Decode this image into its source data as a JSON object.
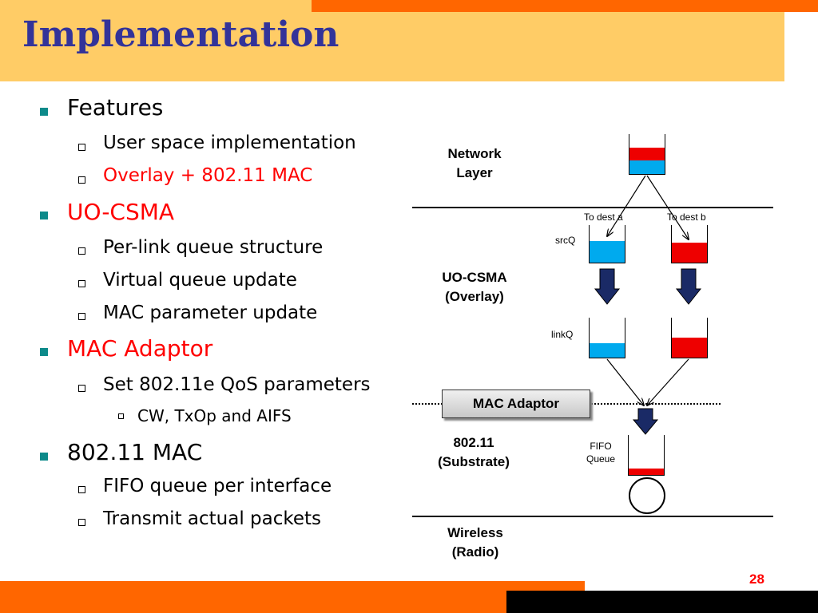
{
  "slide": {
    "title": "Implementation",
    "page_number": "28"
  },
  "bullets": {
    "features": {
      "label": "Features",
      "items": [
        "User space implementation",
        "Overlay + 802.11 MAC"
      ]
    },
    "uo_csma": {
      "label": "UO-CSMA",
      "items": [
        "Per-link queue structure",
        "Virtual queue update",
        "MAC parameter update"
      ]
    },
    "mac_adaptor": {
      "label": "MAC Adaptor",
      "items": [
        "Set 802.11e QoS parameters"
      ],
      "subitems": [
        "CW, TxOp and AIFS"
      ]
    },
    "mac_80211": {
      "label": "802.11 MAC",
      "items": [
        "FIFO queue per interface",
        "Transmit actual packets"
      ]
    }
  },
  "diagram": {
    "network_layer": [
      "Network",
      "Layer"
    ],
    "uo_csma_layer": [
      "UO-CSMA",
      "(Overlay)"
    ],
    "substrate_layer": [
      "802.11",
      "(Substrate)"
    ],
    "wireless_layer": [
      "Wireless",
      "(Radio)"
    ],
    "mac_adaptor": "MAC Adaptor",
    "to_dest_a": "To dest a",
    "to_dest_b": "To dest b",
    "srcq": "srcQ",
    "linkq": "linkQ",
    "fifo_queue": [
      "FIFO",
      "Queue"
    ]
  },
  "colors": {
    "title": "#333399",
    "title_band": "#ffcc66",
    "accent": "#ff6600",
    "highlight_text": "#ff0000",
    "queue_blue": "#00aaee",
    "queue_red": "#ee0000",
    "arrow_navy": "#1a2a66"
  }
}
